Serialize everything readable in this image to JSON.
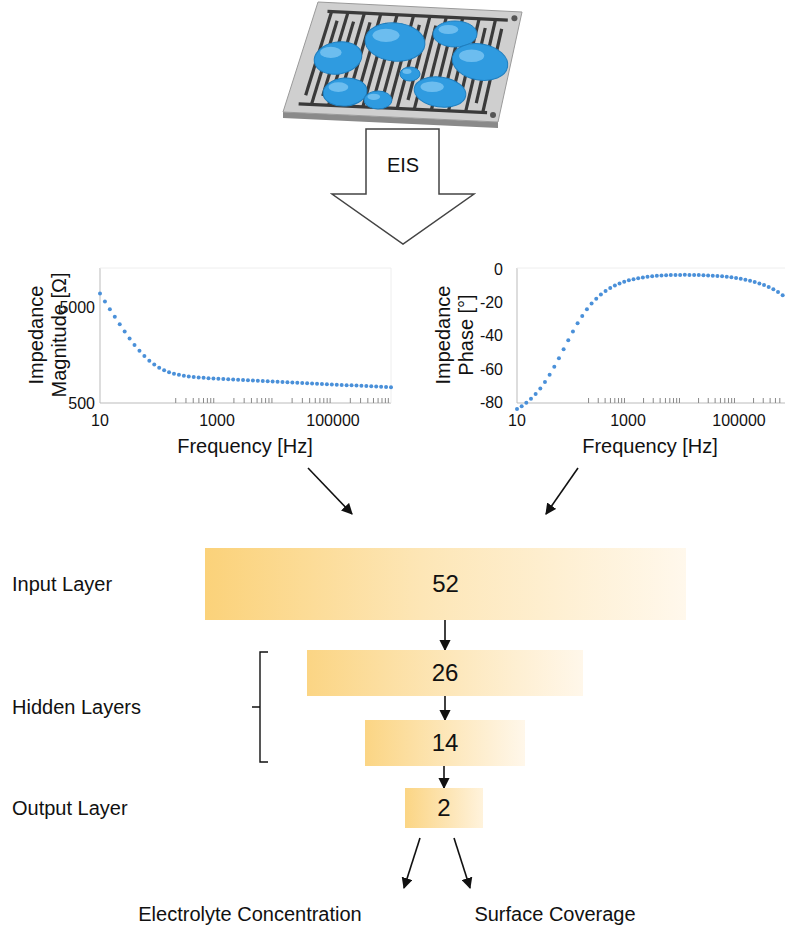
{
  "diagram": {
    "nodes": [
      {
        "text": [
          "EIS"
        ]
      },
      {
        "text": [
          "52"
        ]
      },
      {
        "text": [
          "26"
        ]
      },
      {
        "text": [
          "14"
        ]
      },
      {
        "text": [
          "2"
        ]
      }
    ],
    "edges": [
      {
        "from": 1,
        "to": 2,
        "arrow": "to"
      },
      {
        "from": 2,
        "to": 3,
        "arrow": "to"
      },
      {
        "from": 3,
        "to": 4,
        "arrow": "to"
      }
    ],
    "labels": [
      "5000",
      "500",
      "10",
      "1000",
      "100000",
      "Impedance Magnitude [Ω]",
      "Frequency [Hz]",
      "0",
      "-20",
      "-40",
      "-60",
      "-80",
      "10",
      "1000",
      "100000",
      "Impedance Phase [°]",
      "Frequency [Hz]",
      "Input Layer",
      "Hidden Layers",
      "Output Layer",
      "Electrolyte Concentration",
      "Surface Coverage"
    ]
  }
}
